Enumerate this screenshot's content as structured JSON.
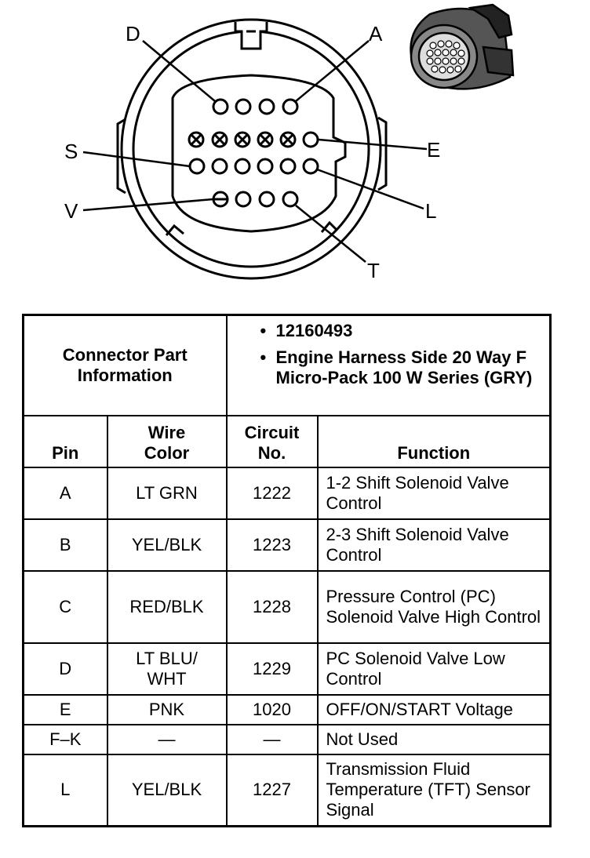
{
  "diagram": {
    "pin_callouts": [
      "D",
      "A",
      "S",
      "E",
      "V",
      "L",
      "T"
    ]
  },
  "connector_info": {
    "label": "Connector Part Information",
    "details": [
      "12160493",
      "Engine Harness Side 20 Way F Micro-Pack 100 W Series (GRY)"
    ]
  },
  "table": {
    "headers": {
      "pin": "Pin",
      "wire_color": "Wire Color",
      "circuit": "Circuit No.",
      "function": "Function"
    },
    "rows": [
      {
        "pin": "A",
        "wire_color": "LT GRN",
        "circuit": "1222",
        "function": "1-2 Shift Solenoid Valve Control"
      },
      {
        "pin": "B",
        "wire_color": "YEL/BLK",
        "circuit": "1223",
        "function": "2-3 Shift Solenoid Valve Control"
      },
      {
        "pin": "C",
        "wire_color": "RED/BLK",
        "circuit": "1228",
        "function": "Pressure Control (PC) Solenoid Valve High Control"
      },
      {
        "pin": "D",
        "wire_color": "LT BLU/ WHT",
        "circuit": "1229",
        "function": "PC Solenoid Valve Low Control"
      },
      {
        "pin": "E",
        "wire_color": "PNK",
        "circuit": "1020",
        "function": "OFF/ON/START Voltage"
      },
      {
        "pin": "F–K",
        "wire_color": "—",
        "circuit": "—",
        "function": "Not Used"
      },
      {
        "pin": "L",
        "wire_color": "YEL/BLK",
        "circuit": "1227",
        "function": "Transmission Fluid Temperature (TFT) Sensor Signal"
      }
    ]
  }
}
